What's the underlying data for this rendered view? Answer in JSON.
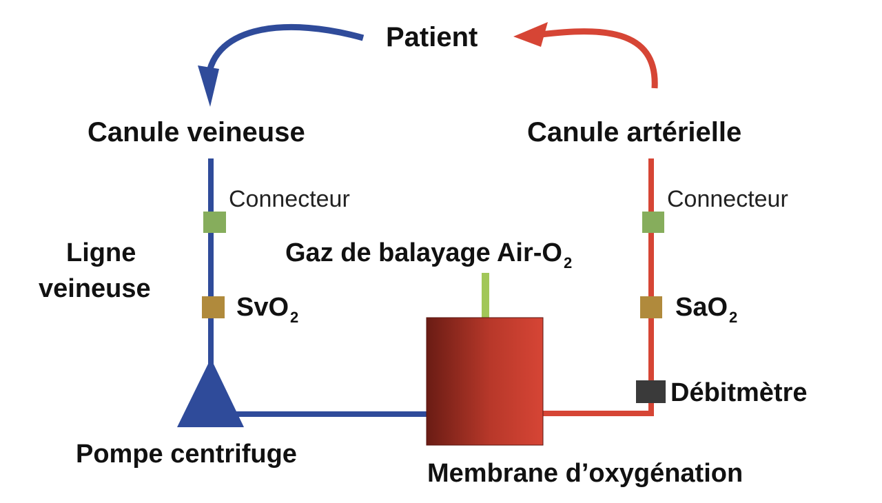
{
  "title": "Circuit ECMO",
  "colors": {
    "venous": "#2f4b9a",
    "arterial": "#d64535",
    "connector": "#86ad5c",
    "sensor": "#b08a3c",
    "flowmeter": "#3a3a3a",
    "gas_line": "#a2c758",
    "membrane_dark": "#6a1c14",
    "membrane_light": "#d64535"
  },
  "labels": {
    "patient": "Patient",
    "venous_cannula": "Canule veineuse",
    "arterial_cannula": "Canule artérielle",
    "connector_left": "Connecteur",
    "connector_right": "Connecteur",
    "venous_line_1": "Ligne",
    "venous_line_2": "veineuse",
    "svo2_main": "SvO",
    "svo2_sub": "2",
    "sao2_main": "SaO",
    "sao2_sub": "2",
    "sweep_gas_main": "Gaz de balayage Air-O",
    "sweep_gas_sub": "2",
    "flowmeter": "Débitmètre",
    "pump": "Pompe centrifuge",
    "membrane": "Membrane d’oxygénation"
  }
}
